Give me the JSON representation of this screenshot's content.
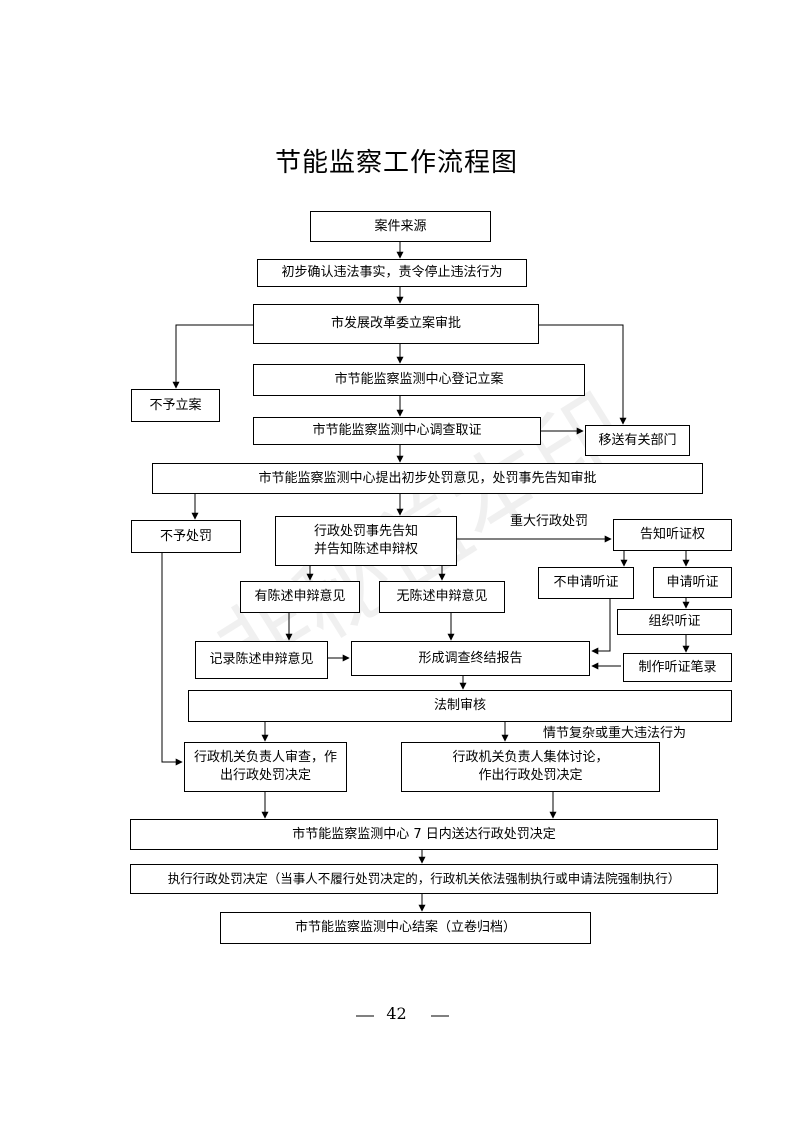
{
  "title": "节能监察工作流程图",
  "boxes": {
    "source": "案件来源",
    "confirm": "初步确认违法事实，责令停止违法行为",
    "approve": "市发展改革委立案审批",
    "register": "市节能监察监测中心登记立案",
    "no_case": "不予立案",
    "investigate": "市节能监察监测中心调查取证",
    "transfer": "移送有关部门",
    "opinion": "市节能监察监测中心提出初步处罚意见，处罚事先告知审批",
    "no_penalty": "不予处罚",
    "notify_line1": "行政处罚事先告知",
    "notify_line2": "并告知陈述申辩权",
    "hearing_right": "告知听证权",
    "has_defense": "有陈述申辩意见",
    "no_defense": "无陈述申辩意见",
    "no_hearing": "不申请听证",
    "apply_hearing": "申请听证",
    "organize_hearing": "组织听证",
    "record_defense": "记录陈述申辩意见",
    "final_report": "形成调查终结报告",
    "hearing_record": "制作听证笔录",
    "legal_review": "法制审核",
    "head_review_line1": "行政机关负责人审查，作",
    "head_review_line2": "出行政处罚决定",
    "collective_line1": "行政机关负责人集体讨论，",
    "collective_line2": "作出行政处罚决定",
    "deliver": "市节能监察监测中心 7 日内送达行政处罚决定",
    "execute": "执行行政处罚决定（当事人不履行处罚决定的，行政机关依法强制执行或申请法院强制执行）",
    "close": "市节能监察监测中心结案（立卷归档）"
  },
  "labels": {
    "major_penalty": "重大行政处罚",
    "complex_case": "情节复杂或重大违法行为"
  },
  "watermark": "非秘盖本印",
  "page_number": "42"
}
